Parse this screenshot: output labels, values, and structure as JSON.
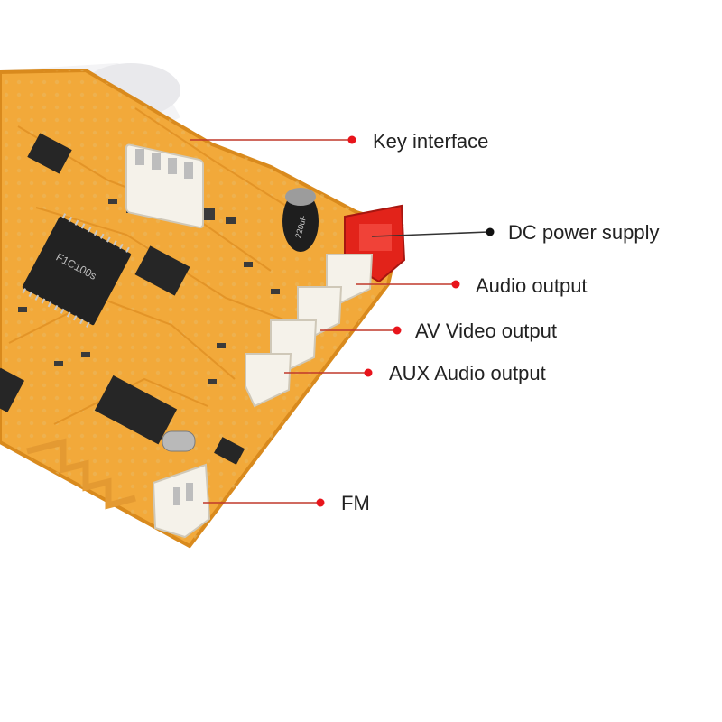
{
  "labels": {
    "key_interface": "Key interface",
    "dc_power_supply": "DC power supply",
    "audio_output": "Audio output",
    "av_video_output": "AV Video output",
    "aux_audio_output": "AUX Audio output",
    "fm": "FM"
  },
  "chip_text": "F1C100s",
  "capacitor_text": "220uF",
  "colors": {
    "board": "#f2a93a",
    "board_edge": "#d98a1d",
    "leader_line": "#c0392b",
    "dot": "#e8141b",
    "dot_dark": "#111111",
    "connector": "#f5f2ea",
    "dc_connector": "#e2231a",
    "text": "#222222"
  }
}
